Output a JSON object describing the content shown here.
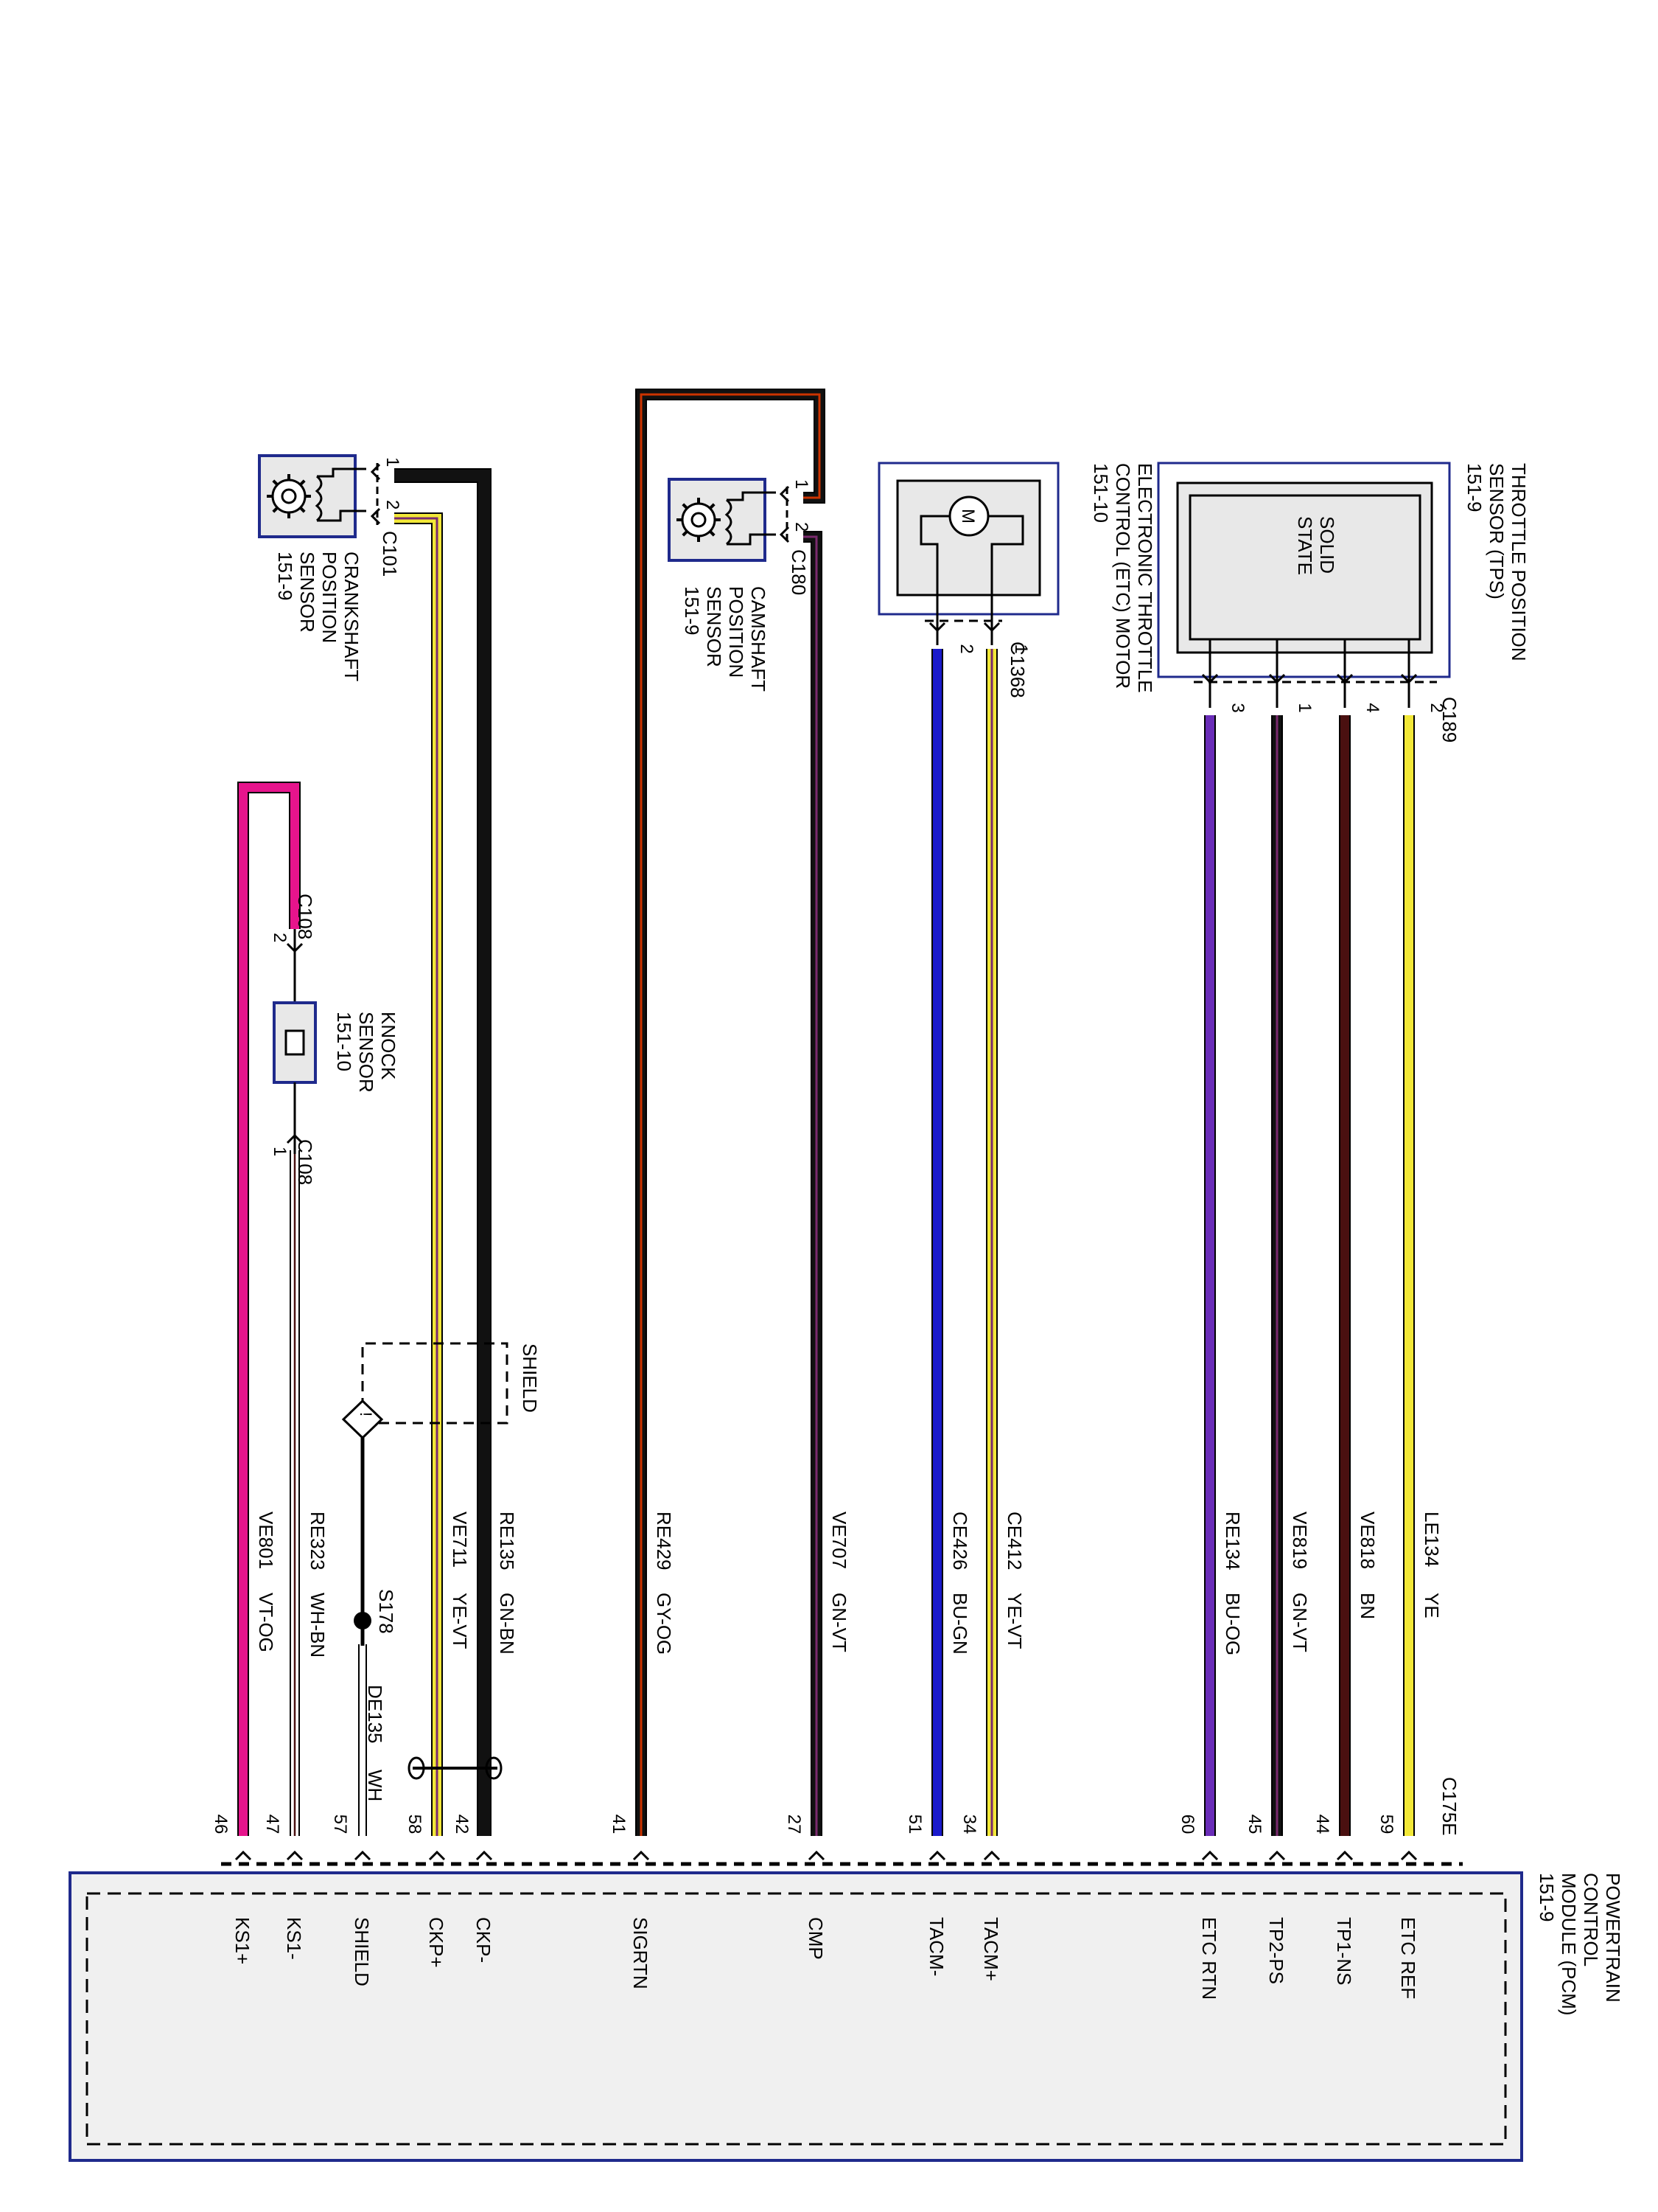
{
  "colors": {
    "frame_blue": "#1f2a8c",
    "module_fill": "#f0f0f0",
    "component_fill": "#e8e8e8",
    "wire_black": "#111111",
    "wire_yellow": "#f2e838",
    "wire_blue": "#1a1acc",
    "wire_purple": "#6a2db8",
    "wire_brown": "#4a1010",
    "wire_pink": "#e6148c",
    "wire_orange": "#cc3300",
    "wire_violet": "#7a2b6e",
    "wire_grey": "#9a9a9a"
  },
  "pcm": {
    "title_lines": [
      "POWERTRAIN",
      "CONTROL",
      "MODULE (PCM)",
      "151-9"
    ],
    "connector": "C175E"
  },
  "tps": {
    "title_lines": [
      "THROTTLE POSITION",
      "SENSOR (TPS)",
      "151-9"
    ],
    "inner_lines": [
      "SOLID",
      "STATE"
    ],
    "connector": "C189"
  },
  "etc": {
    "title_lines": [
      "ELECTRONIC THROTTLE",
      "CONTROL (ETC) MOTOR",
      "151-10"
    ],
    "motor_symbol": "M",
    "connector": "C1368"
  },
  "cmp": {
    "title_lines": [
      "CAMSHAFT",
      "POSITION",
      "SENSOR",
      "151-9"
    ],
    "connector": "C180"
  },
  "ckp": {
    "title_lines": [
      "CRANKSHAFT",
      "POSITION",
      "SENSOR",
      "151-9"
    ],
    "connector": "C101"
  },
  "knock": {
    "title_lines": [
      "KNOCK",
      "SENSOR",
      "151-10"
    ],
    "connector_top": "C108",
    "connector_bottom": "C108"
  },
  "shield": {
    "label": "SHIELD",
    "splice": "S178",
    "splice_circuit": "DE135",
    "splice_color": "WH"
  },
  "circuits": [
    {
      "pcm_pin": "59",
      "pcm_label": "ETC REF",
      "circuit": "LE134",
      "color_code": "YE",
      "comp_pin": "2"
    },
    {
      "pcm_pin": "44",
      "pcm_label": "TP1-NS",
      "circuit": "VE818",
      "color_code": "BN",
      "comp_pin": "4"
    },
    {
      "pcm_pin": "45",
      "pcm_label": "TP2-PS",
      "circuit": "VE819",
      "color_code": "GN-VT",
      "comp_pin": "1"
    },
    {
      "pcm_pin": "60",
      "pcm_label": "ETC RTN",
      "circuit": "RE134",
      "color_code": "BU-OG",
      "comp_pin": "3"
    },
    {
      "pcm_pin": "34",
      "pcm_label": "TACM+",
      "circuit": "CE412",
      "color_code": "YE-VT",
      "comp_pin": "1"
    },
    {
      "pcm_pin": "51",
      "pcm_label": "TACM-",
      "circuit": "CE426",
      "color_code": "BU-GN",
      "comp_pin": "2"
    },
    {
      "pcm_pin": "27",
      "pcm_label": "CMP",
      "circuit": "VE707",
      "color_code": "GN-VT",
      "comp_pin": "2"
    },
    {
      "pcm_pin": "41",
      "pcm_label": "SIGRTN",
      "circuit": "RE429",
      "color_code": "GY-OG",
      "comp_pin": "1"
    },
    {
      "pcm_pin": "42",
      "pcm_label": "CKP-",
      "circuit": "RE135",
      "color_code": "GN-BN",
      "comp_pin": "1"
    },
    {
      "pcm_pin": "58",
      "pcm_label": "CKP+",
      "circuit": "VE711",
      "color_code": "YE-VT",
      "comp_pin": "2"
    },
    {
      "pcm_pin": "57",
      "pcm_label": "SHIELD",
      "circuit": "",
      "color_code": "",
      "comp_pin": ""
    },
    {
      "pcm_pin": "47",
      "pcm_label": "KS1-",
      "circuit": "RE323",
      "color_code": "WH-BN",
      "comp_pin": "1"
    },
    {
      "pcm_pin": "46",
      "pcm_label": "KS1+",
      "circuit": "VE801",
      "color_code": "VT-OG",
      "comp_pin": "2"
    }
  ]
}
